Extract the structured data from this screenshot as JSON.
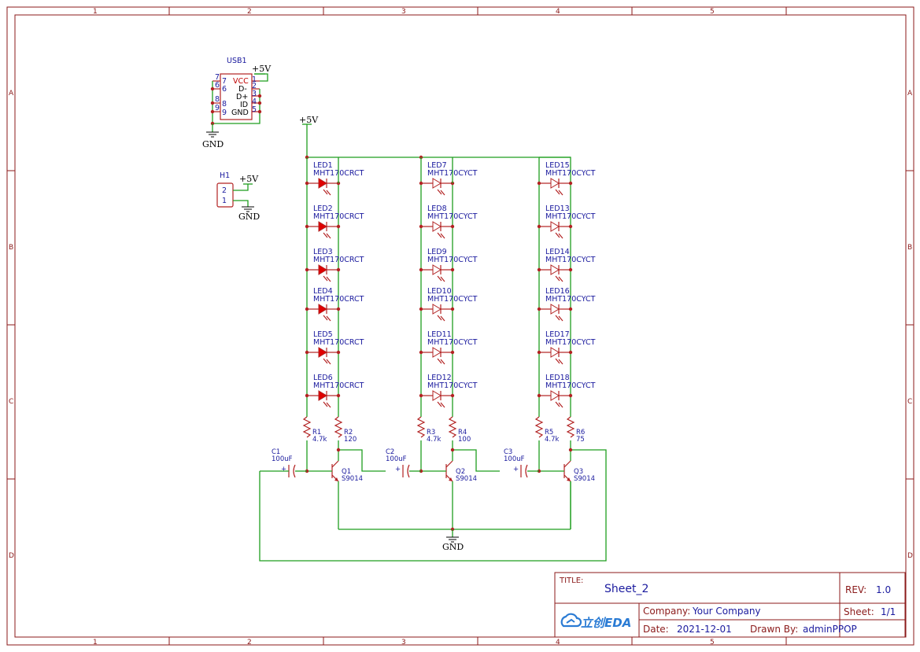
{
  "zones": {
    "columns": [
      "1",
      "2",
      "3",
      "4",
      "5"
    ],
    "rows": [
      "A",
      "B",
      "C",
      "D"
    ]
  },
  "usb": {
    "ref": "USB1",
    "supply": "+5V",
    "ground": "GND",
    "pins_left": [
      "7",
      "6",
      "8",
      "9"
    ],
    "pins_left_inner": [
      "7",
      "6",
      "8",
      "9"
    ],
    "pins_right": [
      "1",
      "2",
      "3",
      "4",
      "5"
    ],
    "names": [
      "VCC",
      "D-",
      "D+",
      "ID",
      "GND"
    ]
  },
  "header": {
    "ref": "H1",
    "supply": "+5V",
    "ground": "GND",
    "pins": [
      "2",
      "1"
    ]
  },
  "rail": {
    "label": "+5V"
  },
  "leds": [
    {
      "ref": "LED1",
      "value": "MHT170CRCT",
      "filled": true
    },
    {
      "ref": "LED2",
      "value": "MHT170CRCT",
      "filled": true
    },
    {
      "ref": "LED3",
      "value": "MHT170CRCT",
      "filled": true
    },
    {
      "ref": "LED4",
      "value": "MHT170CRCT",
      "filled": true
    },
    {
      "ref": "LED5",
      "value": "MHT170CRCT",
      "filled": true
    },
    {
      "ref": "LED6",
      "value": "MHT170CRCT",
      "filled": true
    },
    {
      "ref": "LED7",
      "value": "MHT170CYCT",
      "filled": false
    },
    {
      "ref": "LED8",
      "value": "MHT170CYCT",
      "filled": false
    },
    {
      "ref": "LED9",
      "value": "MHT170CYCT",
      "filled": false
    },
    {
      "ref": "LED10",
      "value": "MHT170CYCT",
      "filled": false
    },
    {
      "ref": "LED11",
      "value": "MHT170CYCT",
      "filled": false
    },
    {
      "ref": "LED12",
      "value": "MHT170CYCT",
      "filled": false
    },
    {
      "ref": "LED15",
      "value": "MHT170CYCT",
      "filled": false
    },
    {
      "ref": "LED13",
      "value": "MHT170CYCT",
      "filled": false
    },
    {
      "ref": "LED14",
      "value": "MHT170CYCT",
      "filled": false
    },
    {
      "ref": "LED16",
      "value": "MHT170CYCT",
      "filled": false
    },
    {
      "ref": "LED17",
      "value": "MHT170CYCT",
      "filled": false
    },
    {
      "ref": "LED18",
      "value": "MHT170CYCT",
      "filled": false
    }
  ],
  "resistors": [
    {
      "ref": "R1",
      "value": "4.7k"
    },
    {
      "ref": "R2",
      "value": "120"
    },
    {
      "ref": "R3",
      "value": "4.7k"
    },
    {
      "ref": "R4",
      "value": "100"
    },
    {
      "ref": "R5",
      "value": "4.7k"
    },
    {
      "ref": "R6",
      "value": "75"
    }
  ],
  "capacitors": [
    {
      "ref": "C1",
      "value": "100uF"
    },
    {
      "ref": "C2",
      "value": "100uF"
    },
    {
      "ref": "C3",
      "value": "100uF"
    }
  ],
  "transistors": [
    {
      "ref": "Q1",
      "value": "S9014"
    },
    {
      "ref": "Q2",
      "value": "S9014"
    },
    {
      "ref": "Q3",
      "value": "S9014"
    }
  ],
  "plus_sign": "+",
  "ground_label": "GND",
  "title_block": {
    "title_label": "TITLE:",
    "title": "Sheet_2",
    "rev_label": "REV:",
    "rev": "1.0",
    "company_label": "Company:",
    "company": "Your Company",
    "sheet_label": "Sheet:",
    "sheet": "1/1",
    "date_label": "Date:",
    "date": "2021-12-01",
    "drawn_label": "Drawn By:",
    "drawn": "adminPPOP",
    "logo": "立创EDA"
  },
  "colors": {
    "frame": "#8b1a1a",
    "wire": "#1f9e1f",
    "part": "#b22222",
    "text": "#1a1a9e"
  }
}
